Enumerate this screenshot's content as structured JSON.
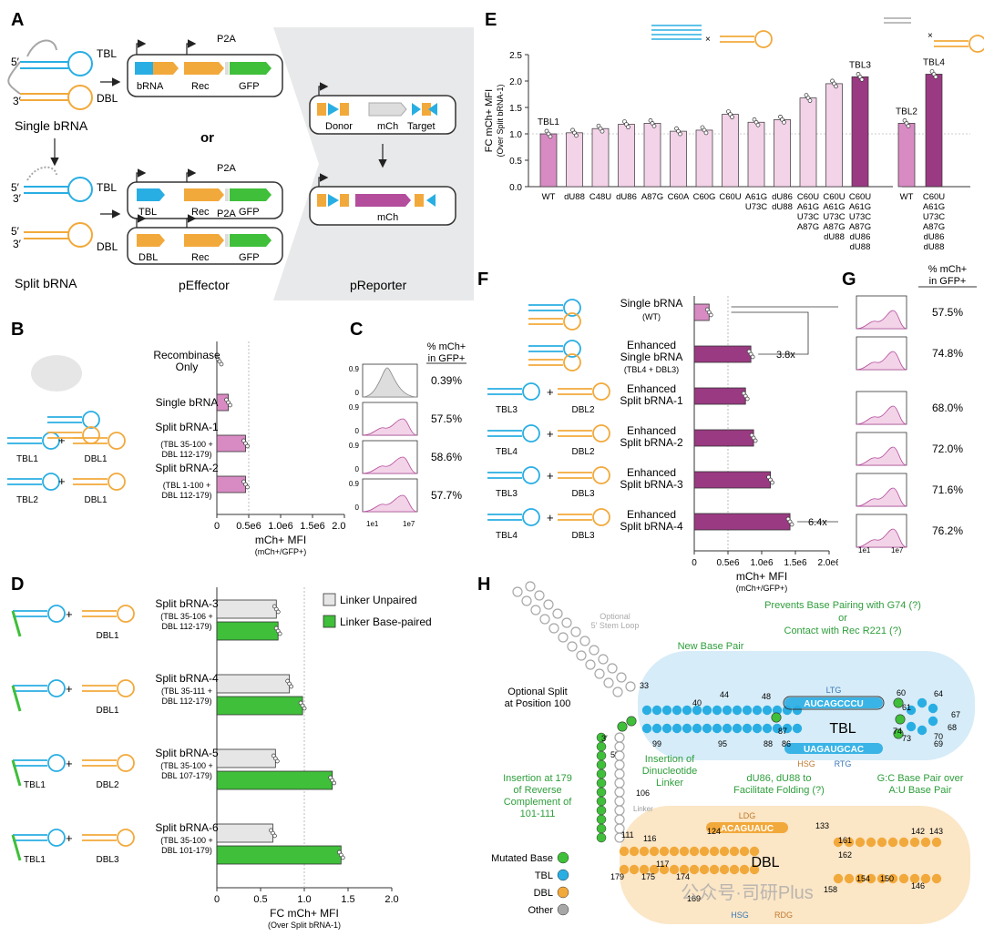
{
  "panels": {
    "A": {
      "letter": "A",
      "single_bRNA": "Single bRNA",
      "split_bRNA": "Split bRNA",
      "or": "or",
      "TBL": "TBL",
      "DBL": "DBL",
      "five": "5′",
      "three": "3′",
      "p2a": "P2A",
      "bRNA": "bRNA",
      "Rec": "Rec",
      "GFP": "GFP",
      "pEffector": "pEffector",
      "pReporter": "pReporter",
      "Donor": "Donor",
      "mCh": "mCh",
      "Target": "Target"
    },
    "B": {
      "letter": "B",
      "xlabel": "mCh+ MFI",
      "xsub": "(mCh+/GFP+)",
      "ticks": [
        "0",
        "0.5e6",
        "1.0e6",
        "1.5e6",
        "2.0e6"
      ],
      "rows": [
        {
          "label": "Recombinase\nOnly",
          "sub": "",
          "value": 0.0,
          "left": "",
          "right": ""
        },
        {
          "label": "Single bRNA",
          "sub": "",
          "value": 0.18,
          "left": "",
          "right": ""
        },
        {
          "label": "Split bRNA-1",
          "sub": "(TBL 35-100 +\nDBL 112-179)",
          "value": 0.45,
          "left": "TBL1",
          "right": "DBL1"
        },
        {
          "label": "Split bRNA-2",
          "sub": "(TBL 1-100 +\nDBL 112-179)",
          "value": 0.45,
          "left": "TBL2",
          "right": "DBL1"
        }
      ]
    },
    "C": {
      "letter": "C",
      "header": "% mCh+\nin GFP+",
      "values": [
        "0.39%",
        "57.5%",
        "58.6%",
        "57.7%"
      ],
      "y1": "0.9",
      "y0": "0",
      "x0": "1e1",
      "x1": "1e7"
    },
    "D": {
      "letter": "D",
      "xlabel": "FC mCh+ MFI",
      "xsub": "(Over Split bRNA-1)",
      "ticks": [
        "0",
        "0.5",
        "1.0",
        "1.5",
        "2.0"
      ],
      "legend": [
        "Linker Unpaired",
        "Linker Base-paired"
      ],
      "groups": [
        {
          "label": "Split bRNA-3",
          "sub": "(TBL 35-106 +\nDBL 112-179)",
          "unpaired": 0.68,
          "paired": 0.7,
          "left": "",
          "right": "DBL1"
        },
        {
          "label": "Split bRNA-4",
          "sub": "(TBL 35-111 +\nDBL 112-179)",
          "unpaired": 0.83,
          "paired": 0.98,
          "left": "",
          "right": "DBL1"
        },
        {
          "label": "Split bRNA-5",
          "sub": "(TBL 35-100 +\nDBL 107-179)",
          "unpaired": 0.67,
          "paired": 1.32,
          "left": "TBL1",
          "right": "DBL2"
        },
        {
          "label": "Split bRNA-6",
          "sub": "(TBL 35-100 +\nDBL 101-179)",
          "unpaired": 0.64,
          "paired": 1.42,
          "left": "TBL1",
          "right": "DBL3"
        }
      ]
    },
    "E": {
      "letter": "E",
      "ylabel": "FC mCh+ MFI",
      "ysub": "(Over Split bRNA-1)",
      "yticks": [
        "0.0",
        "0.5",
        "1.0",
        "1.5",
        "2.0",
        "2.5"
      ],
      "bars": [
        {
          "label": "WT",
          "value": 1.0,
          "shade": "mid",
          "top": "TBL1"
        },
        {
          "label": "dU88",
          "value": 1.02,
          "shade": "light",
          "top": ""
        },
        {
          "label": "C48U",
          "value": 1.1,
          "shade": "light",
          "top": ""
        },
        {
          "label": "dU86",
          "value": 1.18,
          "shade": "light",
          "top": ""
        },
        {
          "label": "A87G",
          "value": 1.2,
          "shade": "light",
          "top": ""
        },
        {
          "label": "C60A",
          "value": 1.05,
          "shade": "light",
          "top": ""
        },
        {
          "label": "C60G",
          "value": 1.07,
          "shade": "light",
          "top": ""
        },
        {
          "label": "C60U",
          "value": 1.37,
          "shade": "light",
          "top": ""
        },
        {
          "label": "A61G\nU73C",
          "value": 1.22,
          "shade": "light",
          "top": ""
        },
        {
          "label": "dU86\ndU88",
          "value": 1.27,
          "shade": "light",
          "top": ""
        },
        {
          "label": "C60U\nA61G\nU73C\nA87G",
          "value": 1.68,
          "shade": "light",
          "top": ""
        },
        {
          "label": "C60U\nA61G\nU73C\nA87G\ndU88",
          "value": 1.95,
          "shade": "light",
          "top": ""
        },
        {
          "label": "C60U\nA61G\nU73C\nA87G\ndU86\ndU88",
          "value": 2.08,
          "shade": "dark",
          "top": "TBL3"
        },
        {
          "label": "WT",
          "value": 1.2,
          "shade": "mid",
          "top": "TBL2"
        },
        {
          "label": "C60U\nA61G\nU73C\nA87G\ndU86\ndU88",
          "value": 2.13,
          "shade": "dark",
          "top": "TBL4"
        }
      ]
    },
    "F": {
      "letter": "F",
      "xlabel": "mCh+ MFI",
      "xsub": "(mCh+/GFP+)",
      "ticks": [
        "0",
        "0.5e6",
        "1.0e6",
        "1.5e6",
        "2.0e6"
      ],
      "fold1": "3.8x",
      "fold2": "6.4x",
      "rows": [
        {
          "label": "Single bRNA",
          "sub": "(WT)",
          "value": 0.22,
          "left": "",
          "right": ""
        },
        {
          "label": "Enhanced\nSingle bRNA",
          "sub": "(TBL4 + DBL3)",
          "value": 0.84,
          "left": "",
          "right": ""
        },
        {
          "label": "Enhanced\nSplit bRNA-1",
          "sub": "",
          "value": 0.76,
          "left": "TBL3",
          "right": "DBL2"
        },
        {
          "label": "Enhanced\nSplit bRNA-2",
          "sub": "",
          "value": 0.88,
          "left": "TBL4",
          "right": "DBL2"
        },
        {
          "label": "Enhanced\nSplit bRNA-3",
          "sub": "",
          "value": 1.13,
          "left": "TBL3",
          "right": "DBL3"
        },
        {
          "label": "Enhanced\nSplit bRNA-4",
          "sub": "",
          "value": 1.42,
          "left": "TBL4",
          "right": "DBL3"
        }
      ]
    },
    "G": {
      "letter": "G",
      "header": "% mCh+\nin GFP+",
      "values": [
        "57.5%",
        "74.8%",
        "68.0%",
        "72.0%",
        "71.6%",
        "76.2%"
      ],
      "x0": "1e1",
      "x1": "1e7"
    },
    "H": {
      "letter": "H",
      "stem_note": "Optional\n5′ Stem Loop",
      "prevents": "Prevents Base Pairing with G74 (?)",
      "or": "or",
      "contact": "Contact with Rec R221 (?)",
      "new_pair": "New Base Pair",
      "opt_split": "Optional Split\nat Position 100",
      "insert_dinuc": "Insertion of\nDinucleotide\nLinker",
      "du86": "dU86, dU88 to\nFacilitate Folding (?)",
      "gc_pair": "G:C Base Pair over\nA:U Base Pair",
      "insert179": "Insertion at 179\nof Reverse\nComplement of\n101-111",
      "linker": "Linker",
      "TBL": "TBL",
      "DBL": "DBL",
      "LTG": "LTG",
      "RTG": "RTG",
      "HSG": "HSG",
      "LDG": "LDG",
      "RDG": "RDG",
      "legend": [
        "Mutated Base",
        "TBL",
        "DBL",
        "Other"
      ],
      "ltg_seq": "AUCAGCCCU",
      "rtg_seq": "UAGAUGCAC",
      "ldg_seq": "ACAGUAUC",
      "numbers": [
        "33",
        "40",
        "44",
        "48",
        "87",
        "88",
        "86",
        "99",
        "95",
        "60",
        "61",
        "64",
        "67",
        "68",
        "74",
        "73",
        "70",
        "69",
        "5′",
        "3′",
        "106",
        "111",
        "116",
        "117",
        "124",
        "133",
        "161",
        "162",
        "142",
        "143",
        "146",
        "150",
        "154",
        "158",
        "169",
        "174",
        "175",
        "179"
      ],
      "watermark": "公众号·司研Plus"
    }
  },
  "colors": {
    "blue": "#29aee3",
    "orange": "#f2a93b",
    "green": "#3fbf3a",
    "pink_light": "#f3d3e8",
    "pink_mid": "#d88bc3",
    "pink_dark": "#9a3a82",
    "magenta": "#b34d9c",
    "grey": "#a7a7a7"
  }
}
